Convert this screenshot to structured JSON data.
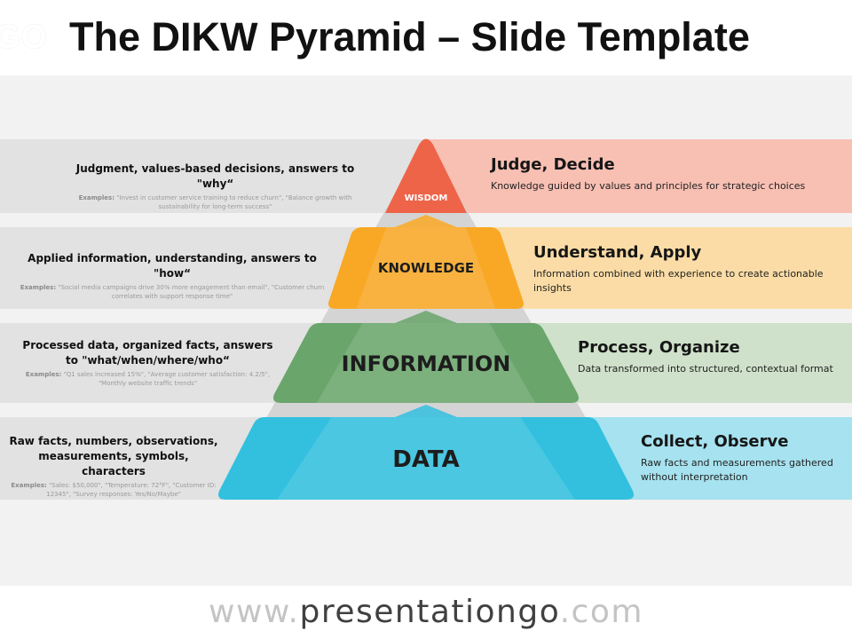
{
  "header": {
    "logo_fragment": "GO",
    "title": "The DIKW Pyramid – Slide Template"
  },
  "levels": [
    {
      "key": "wisdom",
      "label": "WISDOM",
      "color": "#ee6449",
      "light": "#f8bfb3",
      "left_main": "Judgment, values-based decisions, answers to \"why“",
      "examples_label": "Examples:",
      "examples_text": "\"Invest in customer service training to reduce churn\", \"Balance growth with sustainability for long-term success\"",
      "right_title": "Judge, Decide",
      "right_desc": "Knowledge guided by values and principles for strategic choices"
    },
    {
      "key": "knowledge",
      "label": "KNOWLEDGE",
      "color": "#f9a825",
      "light": "#fbdca6",
      "left_main": "Applied information, understanding, answers to \"how“",
      "examples_label": "Examples:",
      "examples_text": "\"Social media campaigns drive 30% more engagement than email\", \"Customer churn correlates with support response time\"",
      "right_title": "Understand, Apply",
      "right_desc": "Information combined with experience to create actionable insights"
    },
    {
      "key": "information",
      "label": "INFORMATION",
      "color": "#6aa56b",
      "light": "#cfe1ca",
      "left_main": "Processed data, organized facts, answers to \"what/when/where/who“",
      "examples_label": "Examples:",
      "examples_text": "\"Q1 sales increased 15%\", \"Average customer satisfaction: 4.2/5\", \"Monthly website traffic trends\"",
      "right_title": "Process, Organize",
      "right_desc": "Data transformed into structured, contextual format"
    },
    {
      "key": "data",
      "label": "DATA",
      "color": "#33c0df",
      "light": "#a6e2ef",
      "left_main": "Raw facts, numbers, observations, measurements, symbols, characters",
      "examples_label": "Examples:",
      "examples_text": "\"Sales: $50,000\", \"Temperature: 72°F\", \"Customer ID: 12345\", \"Survey responses: Yes/No/Maybe\"",
      "right_title": "Collect, Observe",
      "right_desc": "Raw facts and measurements gathered without interpretation"
    }
  ],
  "footer": {
    "url_prefix": "www.",
    "url_brand": "presentationgo",
    "url_suffix": ".com"
  }
}
